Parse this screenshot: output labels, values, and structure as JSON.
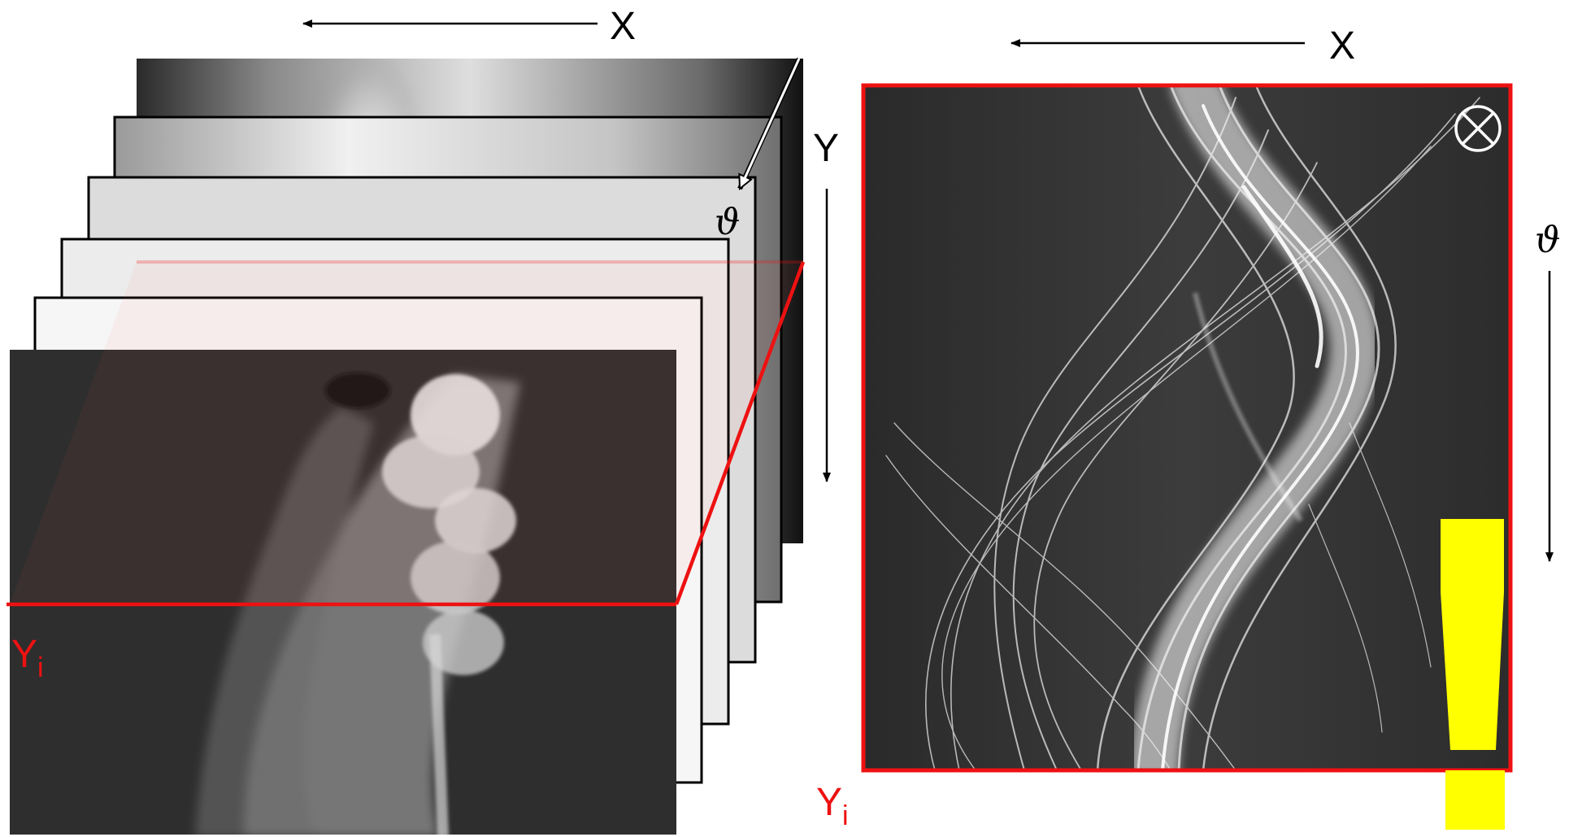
{
  "labels": {
    "stack_x": "X",
    "stack_y": "Y",
    "stack_theta": "ϑ",
    "stack_slice_main": "Y",
    "stack_slice_sub": "i",
    "sino_x": "X",
    "sino_theta": "ϑ",
    "sino_slice_main": "Y",
    "sino_slice_sub": "i"
  },
  "icons": {
    "rotation_axis": "circle-cross-icon",
    "warning": "exclamation-icon"
  },
  "colors": {
    "slice_highlight": "#ee1111",
    "warning": "#ffff00",
    "frame": "#000000",
    "xray_background": "#2f2f2f",
    "xray_bone": "#e6e6e6"
  }
}
